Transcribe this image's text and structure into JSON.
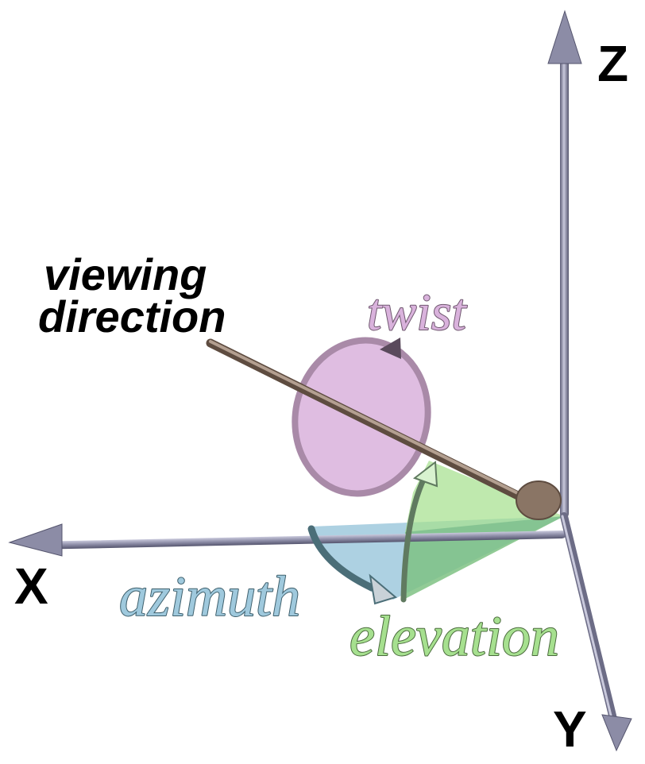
{
  "axes": {
    "x_label": "X",
    "y_label": "Y",
    "z_label": "Z"
  },
  "viewing": {
    "line1": "viewing",
    "line2": "direction"
  },
  "angles": {
    "twist": "twist",
    "azimuth": "azimuth",
    "elevation": "elevation"
  },
  "colors": {
    "axis": "#8c8ca6",
    "axis_dark": "#55556e",
    "twist": "#d9b2dc",
    "twist_ring": "#a98aa8",
    "azimuth": "#9fc9dd",
    "elevation": "#a6e08f",
    "rod": "#8a7565"
  }
}
